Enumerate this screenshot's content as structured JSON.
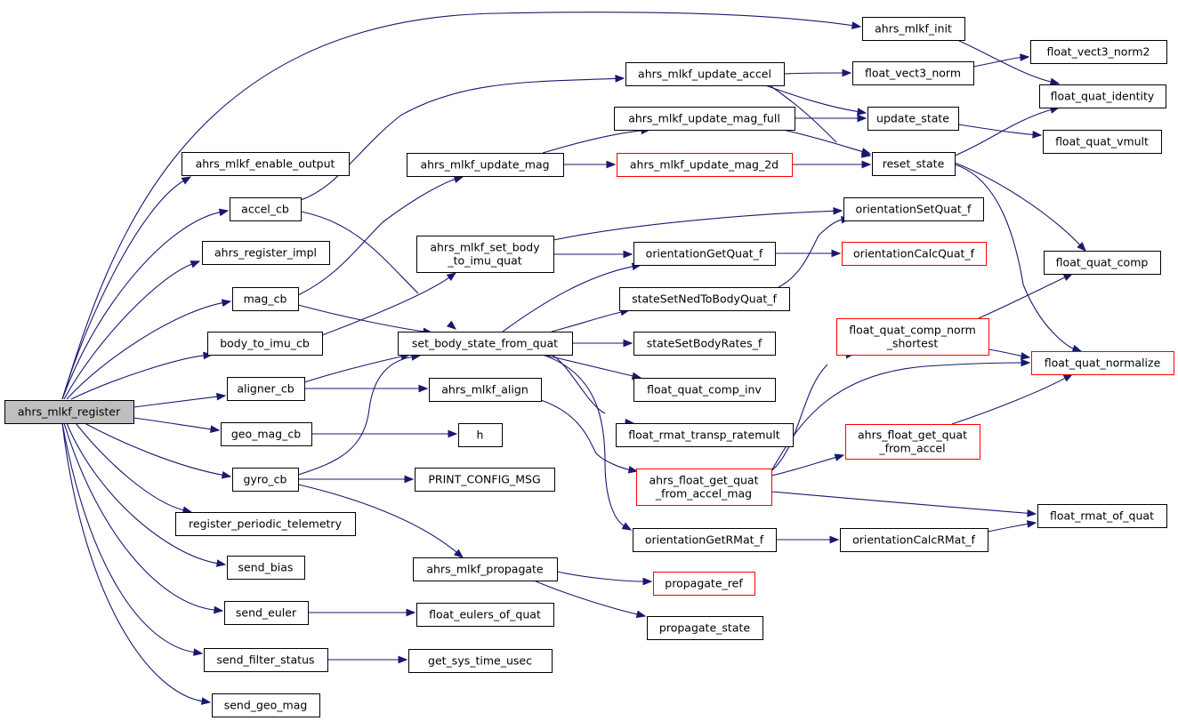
{
  "colors": {
    "edge": "#191970",
    "node_border": "#000000",
    "node_border_incomplete": "#ff0000",
    "root_fill": "#bfbfbf",
    "node_fill": "#ffffff"
  },
  "nodes": [
    {
      "id": "ahrs_mlkf_register",
      "lines": [
        "ahrs_mlkf_register"
      ],
      "root": true
    },
    {
      "id": "ahrs_mlkf_init",
      "lines": [
        "ahrs_mlkf_init"
      ]
    },
    {
      "id": "ahrs_mlkf_enable_output",
      "lines": [
        "ahrs_mlkf_enable_output"
      ]
    },
    {
      "id": "accel_cb",
      "lines": [
        "accel_cb"
      ]
    },
    {
      "id": "ahrs_register_impl",
      "lines": [
        "ahrs_register_impl"
      ]
    },
    {
      "id": "mag_cb",
      "lines": [
        "mag_cb"
      ]
    },
    {
      "id": "body_to_imu_cb",
      "lines": [
        "body_to_imu_cb"
      ]
    },
    {
      "id": "aligner_cb",
      "lines": [
        "aligner_cb"
      ]
    },
    {
      "id": "geo_mag_cb",
      "lines": [
        "geo_mag_cb"
      ]
    },
    {
      "id": "gyro_cb",
      "lines": [
        "gyro_cb"
      ]
    },
    {
      "id": "register_periodic_telemetry",
      "lines": [
        "register_periodic_telemetry"
      ]
    },
    {
      "id": "send_bias",
      "lines": [
        "send_bias"
      ]
    },
    {
      "id": "send_euler",
      "lines": [
        "send_euler"
      ]
    },
    {
      "id": "send_filter_status",
      "lines": [
        "send_filter_status"
      ]
    },
    {
      "id": "send_geo_mag",
      "lines": [
        "send_geo_mag"
      ]
    },
    {
      "id": "ahrs_mlkf_update_accel",
      "lines": [
        "ahrs_mlkf_update_accel"
      ]
    },
    {
      "id": "ahrs_mlkf_update_mag_full",
      "lines": [
        "ahrs_mlkf_update_mag_full"
      ]
    },
    {
      "id": "ahrs_mlkf_update_mag",
      "lines": [
        "ahrs_mlkf_update_mag"
      ]
    },
    {
      "id": "ahrs_mlkf_set_body_to_imu_quat",
      "lines": [
        "ahrs_mlkf_set_body",
        "_to_imu_quat"
      ]
    },
    {
      "id": "set_body_state_from_quat",
      "lines": [
        "set_body_state_from_quat"
      ]
    },
    {
      "id": "ahrs_mlkf_align",
      "lines": [
        "ahrs_mlkf_align"
      ]
    },
    {
      "id": "h",
      "lines": [
        "h"
      ]
    },
    {
      "id": "PRINT_CONFIG_MSG",
      "lines": [
        "PRINT_CONFIG_MSG"
      ]
    },
    {
      "id": "ahrs_mlkf_propagate",
      "lines": [
        "ahrs_mlkf_propagate"
      ]
    },
    {
      "id": "float_eulers_of_quat",
      "lines": [
        "float_eulers_of_quat"
      ]
    },
    {
      "id": "get_sys_time_usec",
      "lines": [
        "get_sys_time_usec"
      ]
    },
    {
      "id": "float_vect3_norm",
      "lines": [
        "float_vect3_norm"
      ]
    },
    {
      "id": "update_state",
      "lines": [
        "update_state"
      ]
    },
    {
      "id": "ahrs_mlkf_update_mag_2d",
      "lines": [
        "ahrs_mlkf_update_mag_2d"
      ],
      "red": true
    },
    {
      "id": "reset_state",
      "lines": [
        "reset_state"
      ]
    },
    {
      "id": "orientationSetQuat_f",
      "lines": [
        "orientationSetQuat_f"
      ]
    },
    {
      "id": "orientationGetQuat_f",
      "lines": [
        "orientationGetQuat_f"
      ]
    },
    {
      "id": "orientationCalcQuat_f",
      "lines": [
        "orientationCalcQuat_f"
      ],
      "red": true
    },
    {
      "id": "stateSetNedToBodyQuat_f",
      "lines": [
        "stateSetNedToBodyQuat_f"
      ]
    },
    {
      "id": "stateSetBodyRates_f",
      "lines": [
        "stateSetBodyRates_f"
      ]
    },
    {
      "id": "float_quat_comp_inv",
      "lines": [
        "float_quat_comp_inv"
      ]
    },
    {
      "id": "float_rmat_transp_ratemult",
      "lines": [
        "float_rmat_transp_ratemult"
      ]
    },
    {
      "id": "ahrs_float_get_quat_from_accel_mag",
      "lines": [
        "ahrs_float_get_quat",
        "_from_accel_mag"
      ],
      "red": true
    },
    {
      "id": "orientationGetRMat_f",
      "lines": [
        "orientationGetRMat_f"
      ]
    },
    {
      "id": "orientationCalcRMat_f",
      "lines": [
        "orientationCalcRMat_f"
      ]
    },
    {
      "id": "propagate_ref",
      "lines": [
        "propagate_ref"
      ],
      "red": true
    },
    {
      "id": "propagate_state",
      "lines": [
        "propagate_state"
      ]
    },
    {
      "id": "float_quat_comp_norm_shortest",
      "lines": [
        "float_quat_comp_norm",
        "_shortest"
      ],
      "red": true
    },
    {
      "id": "ahrs_float_get_quat_from_accel",
      "lines": [
        "ahrs_float_get_quat",
        "_from_accel"
      ],
      "red": true
    },
    {
      "id": "float_vect3_norm2",
      "lines": [
        "float_vect3_norm2"
      ]
    },
    {
      "id": "float_quat_identity",
      "lines": [
        "float_quat_identity"
      ]
    },
    {
      "id": "float_quat_vmult",
      "lines": [
        "float_quat_vmult"
      ]
    },
    {
      "id": "float_quat_comp",
      "lines": [
        "float_quat_comp"
      ]
    },
    {
      "id": "float_quat_normalize",
      "lines": [
        "float_quat_normalize"
      ],
      "red": true
    },
    {
      "id": "float_rmat_of_quat",
      "lines": [
        "float_rmat_of_quat"
      ]
    }
  ],
  "edges": [
    [
      "ahrs_mlkf_register",
      "ahrs_mlkf_init"
    ],
    [
      "ahrs_mlkf_register",
      "ahrs_mlkf_enable_output"
    ],
    [
      "ahrs_mlkf_register",
      "accel_cb"
    ],
    [
      "ahrs_mlkf_register",
      "ahrs_register_impl"
    ],
    [
      "ahrs_mlkf_register",
      "mag_cb"
    ],
    [
      "ahrs_mlkf_register",
      "body_to_imu_cb"
    ],
    [
      "ahrs_mlkf_register",
      "aligner_cb"
    ],
    [
      "ahrs_mlkf_register",
      "geo_mag_cb"
    ],
    [
      "ahrs_mlkf_register",
      "gyro_cb"
    ],
    [
      "ahrs_mlkf_register",
      "register_periodic_telemetry"
    ],
    [
      "ahrs_mlkf_register",
      "send_bias"
    ],
    [
      "ahrs_mlkf_register",
      "send_euler"
    ],
    [
      "ahrs_mlkf_register",
      "send_filter_status"
    ],
    [
      "ahrs_mlkf_register",
      "send_geo_mag"
    ],
    [
      "accel_cb",
      "ahrs_mlkf_update_accel"
    ],
    [
      "accel_cb",
      "set_body_state_from_quat"
    ],
    [
      "mag_cb",
      "ahrs_mlkf_update_mag"
    ],
    [
      "mag_cb",
      "set_body_state_from_quat"
    ],
    [
      "body_to_imu_cb",
      "ahrs_mlkf_set_body_to_imu_quat"
    ],
    [
      "aligner_cb",
      "set_body_state_from_quat"
    ],
    [
      "aligner_cb",
      "ahrs_mlkf_align"
    ],
    [
      "geo_mag_cb",
      "h"
    ],
    [
      "gyro_cb",
      "set_body_state_from_quat"
    ],
    [
      "gyro_cb",
      "PRINT_CONFIG_MSG"
    ],
    [
      "gyro_cb",
      "ahrs_mlkf_propagate"
    ],
    [
      "send_euler",
      "float_eulers_of_quat"
    ],
    [
      "send_filter_status",
      "get_sys_time_usec"
    ],
    [
      "ahrs_mlkf_init",
      "float_quat_identity"
    ],
    [
      "ahrs_mlkf_update_accel",
      "float_vect3_norm"
    ],
    [
      "ahrs_mlkf_update_accel",
      "update_state"
    ],
    [
      "ahrs_mlkf_update_accel",
      "reset_state"
    ],
    [
      "ahrs_mlkf_update_mag",
      "ahrs_mlkf_update_mag_full"
    ],
    [
      "ahrs_mlkf_update_mag",
      "ahrs_mlkf_update_mag_2d"
    ],
    [
      "ahrs_mlkf_update_mag_full",
      "update_state"
    ],
    [
      "ahrs_mlkf_update_mag_full",
      "reset_state"
    ],
    [
      "ahrs_mlkf_update_mag_2d",
      "reset_state"
    ],
    [
      "ahrs_mlkf_set_body_to_imu_quat",
      "orientationSetQuat_f"
    ],
    [
      "ahrs_mlkf_set_body_to_imu_quat",
      "orientationGetQuat_f"
    ],
    [
      "set_body_state_from_quat",
      "orientationGetQuat_f"
    ],
    [
      "set_body_state_from_quat",
      "stateSetNedToBodyQuat_f"
    ],
    [
      "set_body_state_from_quat",
      "stateSetBodyRates_f"
    ],
    [
      "set_body_state_from_quat",
      "float_quat_comp_inv"
    ],
    [
      "set_body_state_from_quat",
      "float_rmat_transp_ratemult"
    ],
    [
      "set_body_state_from_quat",
      "orientationGetRMat_f"
    ],
    [
      "ahrs_mlkf_align",
      "ahrs_float_get_quat_from_accel_mag"
    ],
    [
      "ahrs_mlkf_propagate",
      "propagate_ref"
    ],
    [
      "ahrs_mlkf_propagate",
      "propagate_state"
    ],
    [
      "float_vect3_norm",
      "float_vect3_norm2"
    ],
    [
      "update_state",
      "float_quat_vmult"
    ],
    [
      "reset_state",
      "float_quat_identity"
    ],
    [
      "reset_state",
      "float_quat_comp"
    ],
    [
      "reset_state",
      "float_quat_normalize"
    ],
    [
      "orientationGetQuat_f",
      "orientationCalcQuat_f"
    ],
    [
      "stateSetNedToBodyQuat_f",
      "orientationSetQuat_f"
    ],
    [
      "orientationGetRMat_f",
      "orientationCalcRMat_f"
    ],
    [
      "orientationCalcRMat_f",
      "float_rmat_of_quat"
    ],
    [
      "ahrs_float_get_quat_from_accel_mag",
      "float_quat_comp_norm_shortest"
    ],
    [
      "ahrs_float_get_quat_from_accel_mag",
      "ahrs_float_get_quat_from_accel"
    ],
    [
      "ahrs_float_get_quat_from_accel_mag",
      "float_quat_normalize"
    ],
    [
      "ahrs_float_get_quat_from_accel_mag",
      "float_rmat_of_quat"
    ],
    [
      "float_quat_comp_norm_shortest",
      "float_quat_comp"
    ],
    [
      "float_quat_comp_norm_shortest",
      "float_quat_normalize"
    ],
    [
      "ahrs_float_get_quat_from_accel",
      "float_quat_normalize"
    ]
  ]
}
